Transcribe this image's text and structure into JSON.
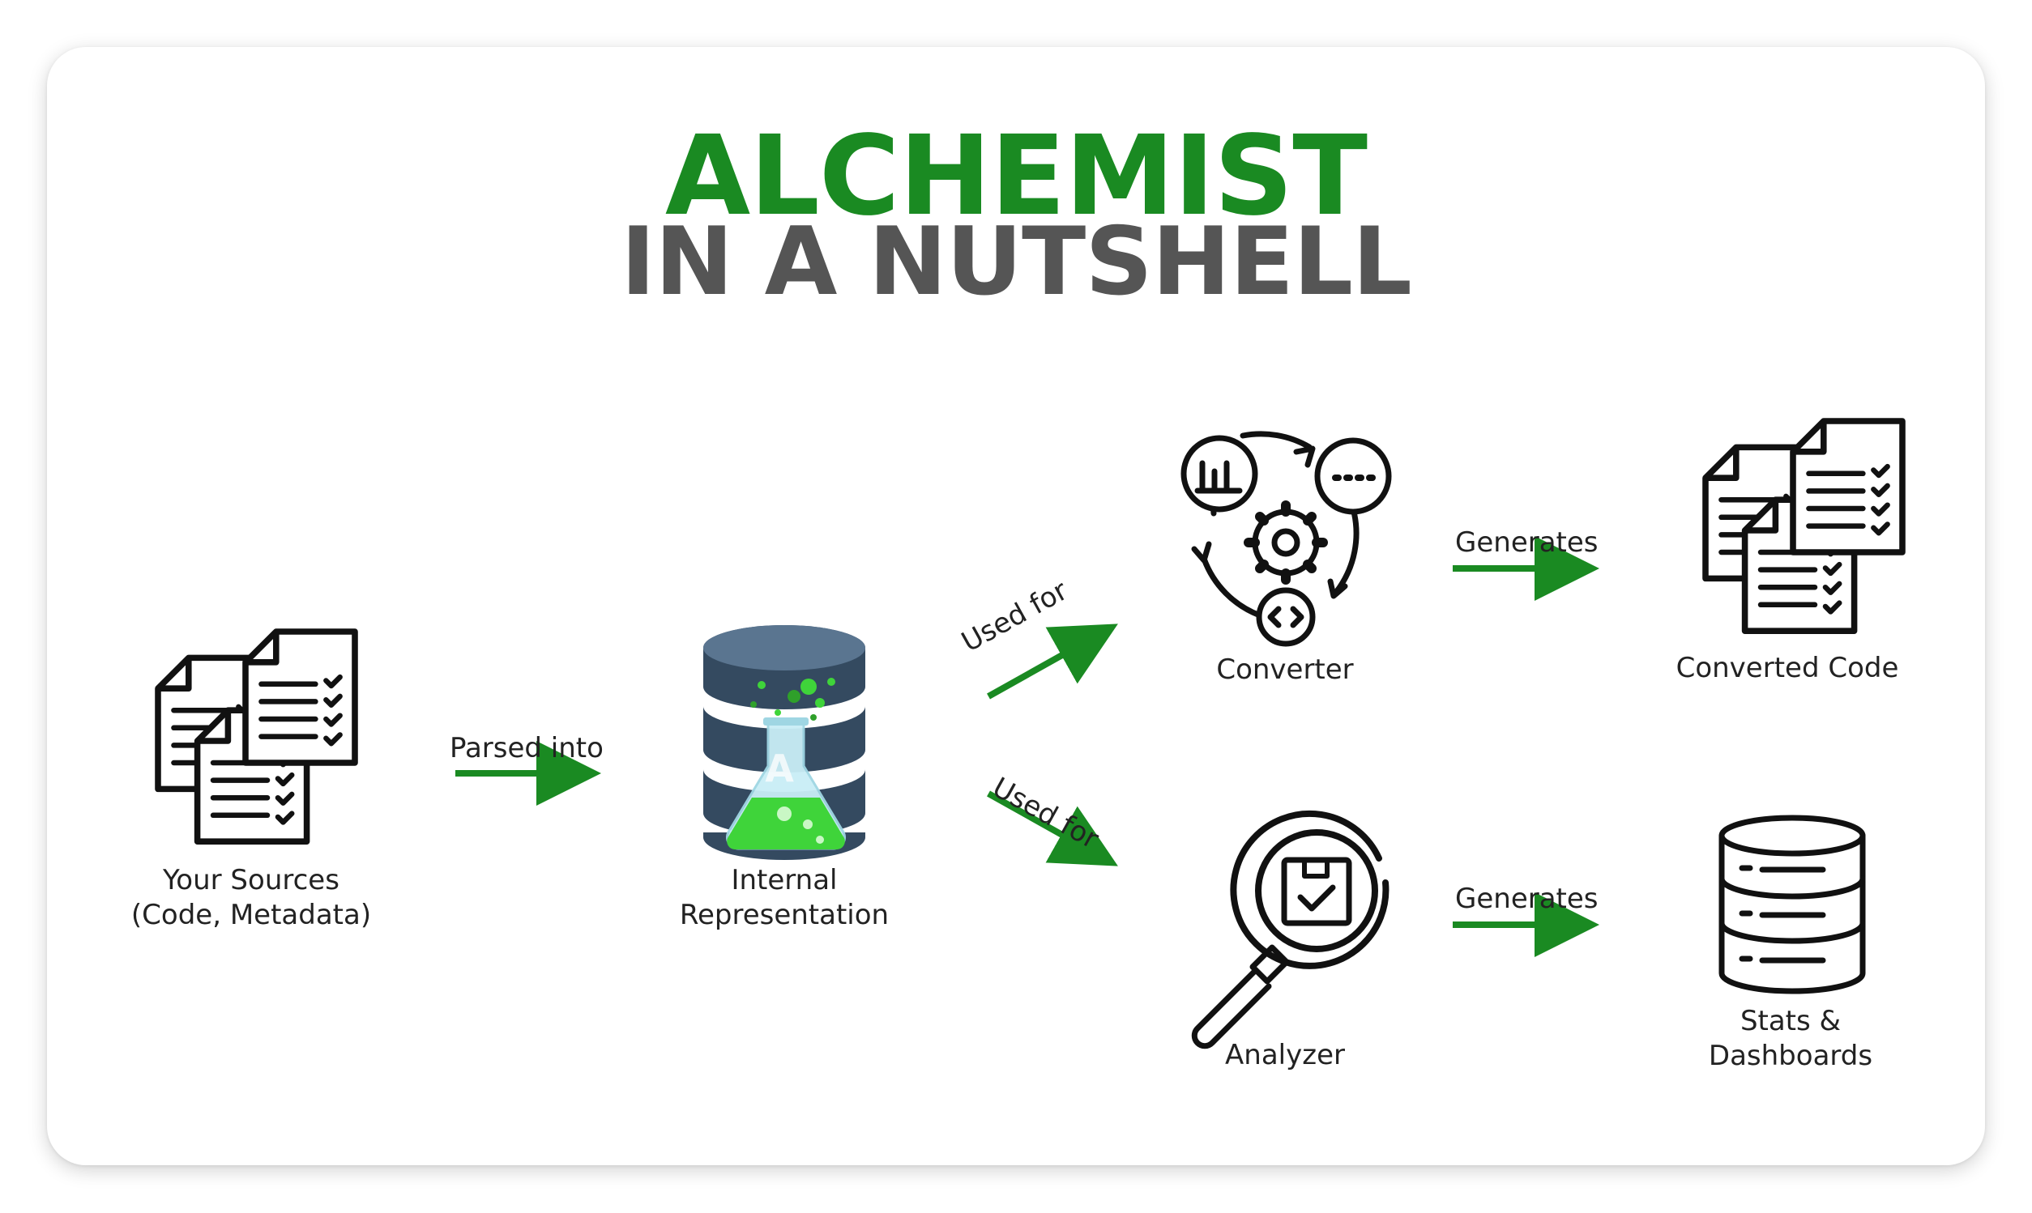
{
  "title": {
    "line1": "ALCHEMIST",
    "line2": "IN A NUTSHELL"
  },
  "colors": {
    "accent": "#1a8a22",
    "subtitle": "#555555",
    "db_dark": "#344a60",
    "db_top": "#5a7590",
    "liquid": "#3fd43a"
  },
  "nodes": {
    "sources": {
      "line1": "Your Sources",
      "line2": "(Code, Metadata)",
      "icon": "documents-icon"
    },
    "internal": {
      "line1": "Internal",
      "line2": "Representation",
      "icon": "database-flask-icon"
    },
    "converter": {
      "label": "Converter",
      "icon": "gear-cycle-icon"
    },
    "analyzer": {
      "label": "Analyzer",
      "icon": "magnifier-box-icon"
    },
    "converted": {
      "label": "Converted Code",
      "icon": "documents-icon"
    },
    "stats": {
      "line1": "Stats &",
      "line2": "Dashboards",
      "icon": "database-icon"
    }
  },
  "edges": {
    "parsed": "Parsed into",
    "used_for_top": "Used for",
    "used_for_bottom": "Used for",
    "generates_top": "Generates",
    "generates_bottom": "Generates"
  }
}
